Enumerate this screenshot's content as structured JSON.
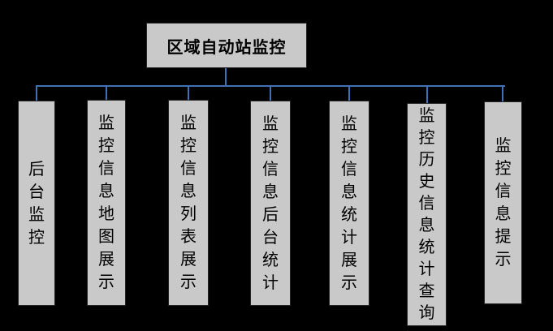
{
  "diagram": {
    "title": "区域自动站监控",
    "root": {
      "label": "区域自动站监控"
    },
    "children": [
      {
        "label": "后台监控"
      },
      {
        "label": "监控信息地图展示"
      },
      {
        "label": "监控信息列表展示"
      },
      {
        "label": "监控信息后台统计"
      },
      {
        "label": "监控信息统计展示"
      },
      {
        "label": "监控历史信息统计查询"
      },
      {
        "label": "监控信息提示"
      }
    ],
    "colors": {
      "background": "#000000",
      "box_fill": "#c9c9c9",
      "box_border": "#262626",
      "connector": "#4170b4",
      "text": "#000000"
    }
  }
}
